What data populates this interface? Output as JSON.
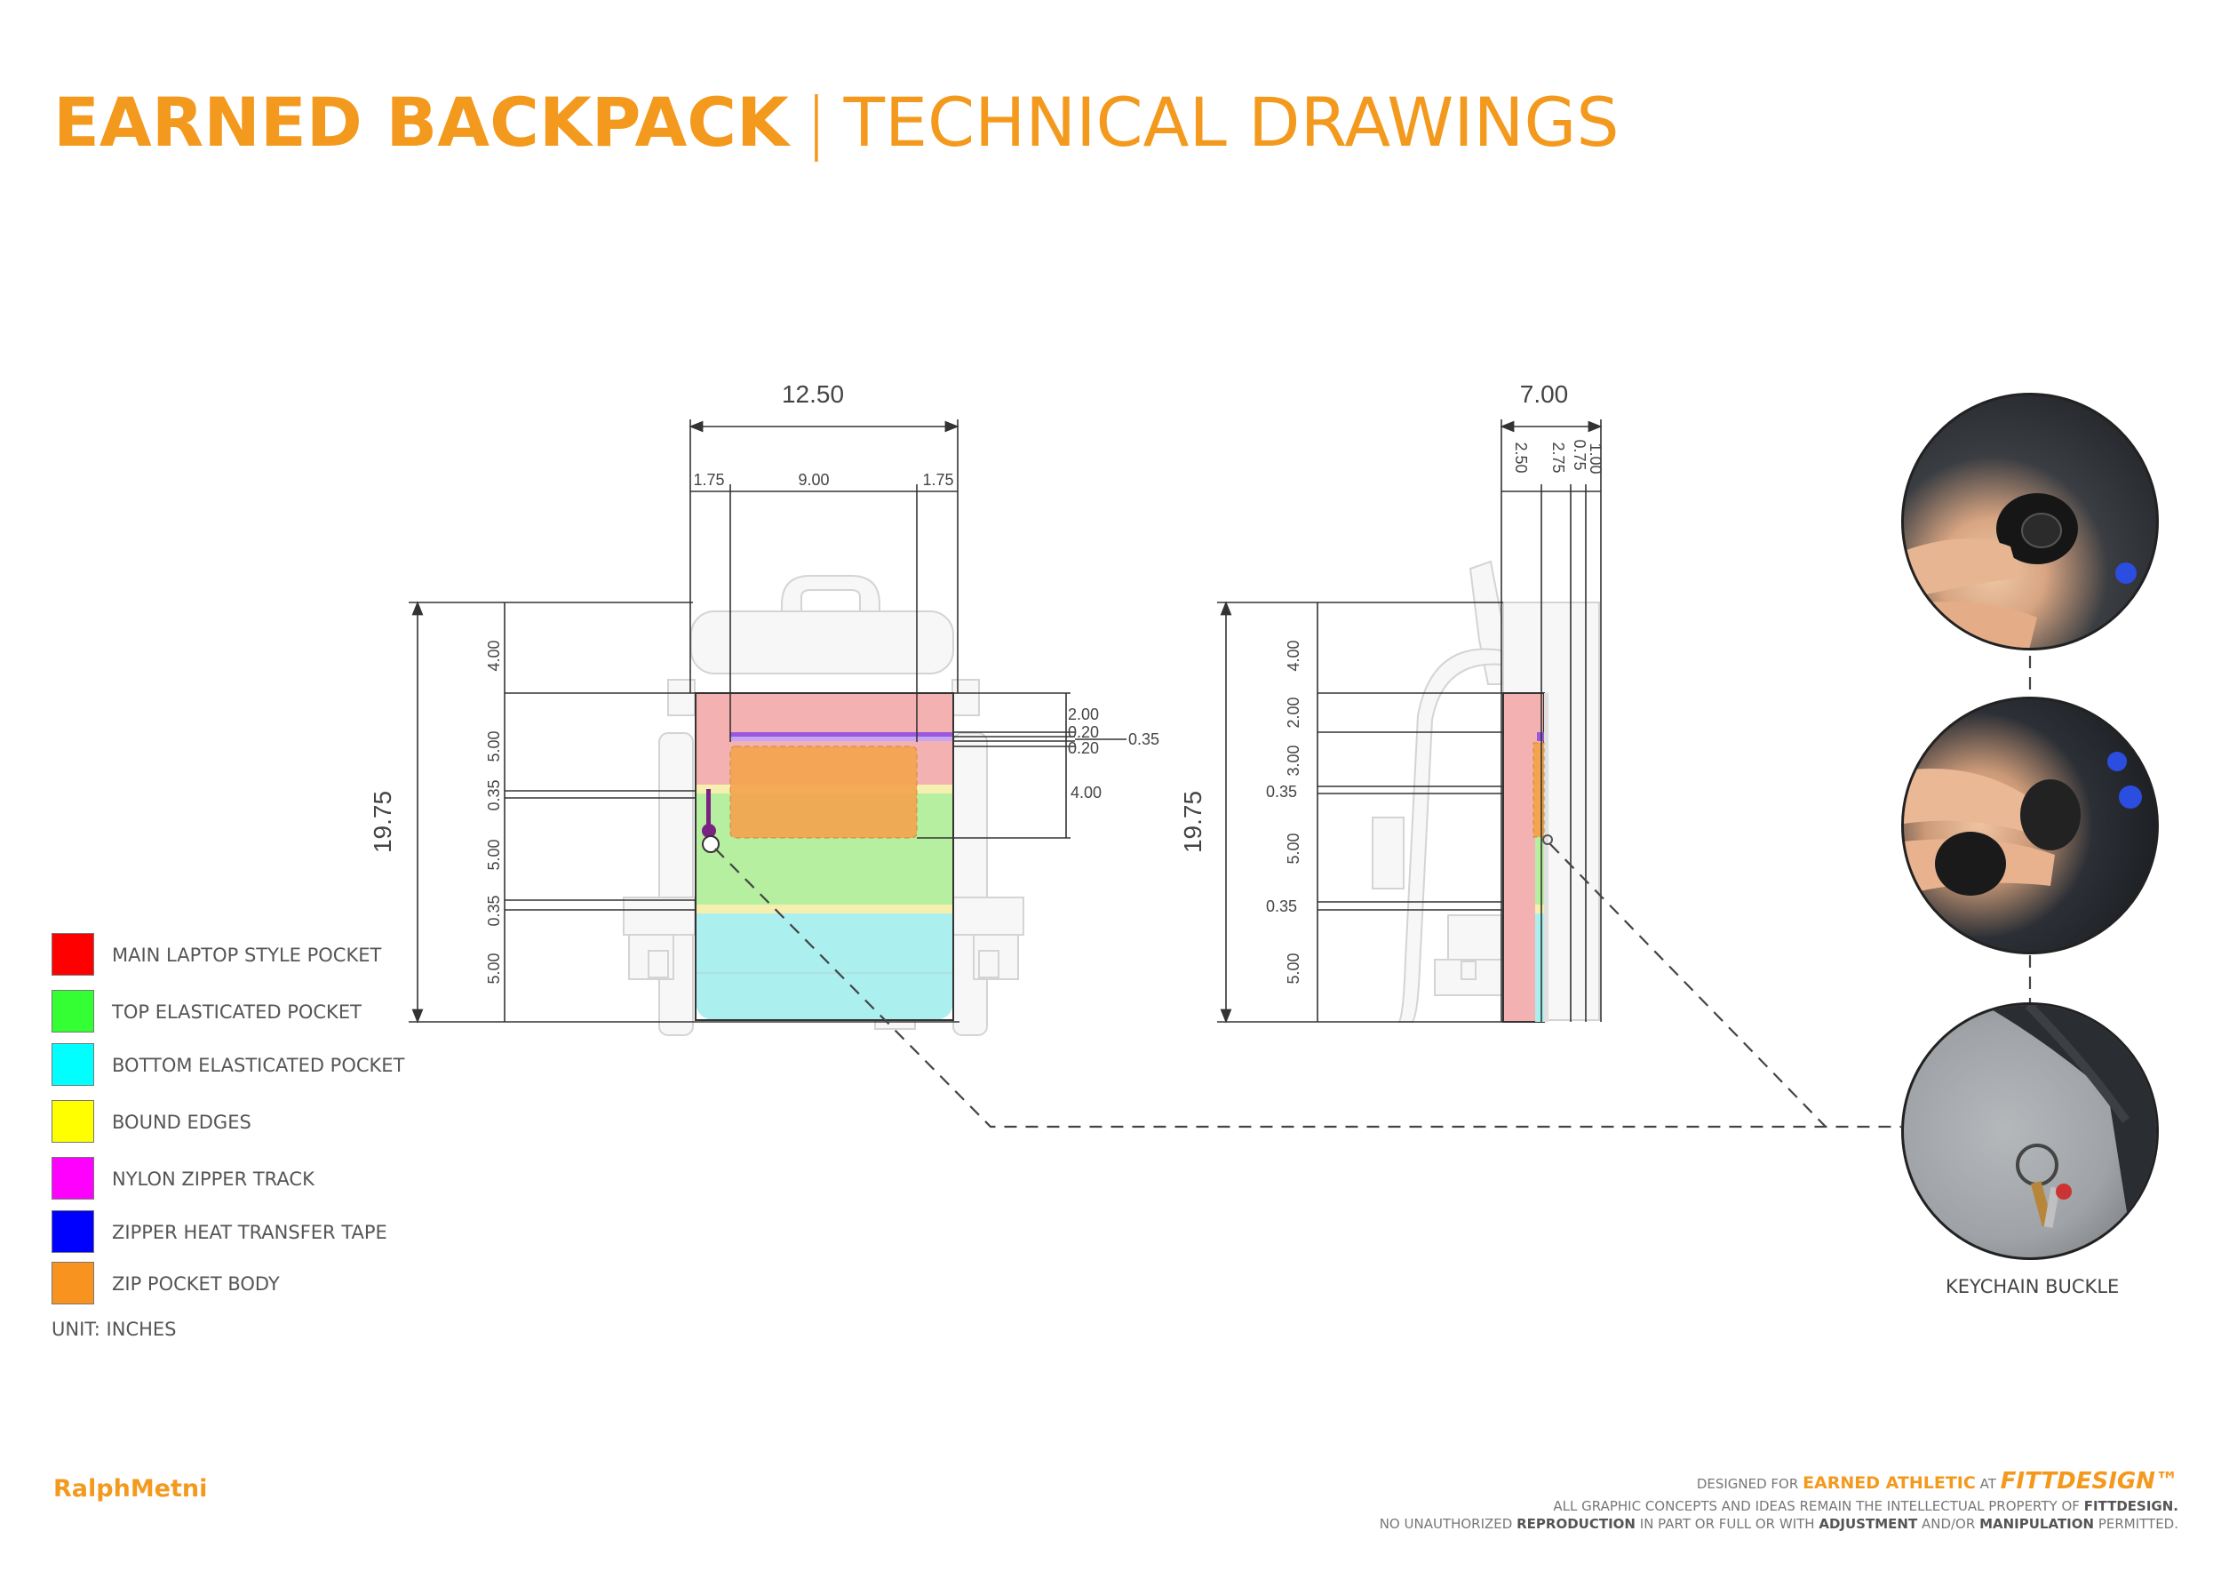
{
  "title": {
    "bold": "EARNED BACKPACK",
    "separator": "|",
    "light": "TECHNICAL DRAWINGS"
  },
  "front_view": {
    "overall_width": "12.50",
    "top_dims": [
      "1.75",
      "9.00",
      "1.75"
    ],
    "overall_height": "19.75",
    "left_dims": [
      "4.00",
      "5.00",
      "0.35",
      "5.00",
      "0.35",
      "5.00"
    ],
    "right_dims": [
      "2.00",
      "0.20",
      "0.20",
      "0.35",
      "4.00"
    ]
  },
  "side_view": {
    "overall_depth": "7.00",
    "top_dims": [
      "2.50",
      "2.75",
      "0.75",
      "1.00"
    ],
    "overall_height": "19.75",
    "left_dims": [
      "4.00",
      "2.00",
      "3.00",
      "0.35",
      "5.00",
      "0.35",
      "5.00"
    ]
  },
  "legend": [
    {
      "label": "MAIN LAPTOP STYLE POCKET",
      "color": "#ff0000"
    },
    {
      "label": "TOP ELASTICATED POCKET",
      "color": "#33ff33"
    },
    {
      "label": "BOTTOM ELASTICATED POCKET",
      "color": "#00ffff"
    },
    {
      "label": "BOUND EDGES",
      "color": "#ffff00"
    },
    {
      "label": "NYLON ZIPPER TRACK",
      "color": "#ff00ff"
    },
    {
      "label": "ZIPPER HEAT TRANSFER TAPE",
      "color": "#0000ff"
    },
    {
      "label": "ZIP POCKET BODY",
      "color": "#f7931e"
    }
  ],
  "unit": "UNIT: INCHES",
  "keychain_caption": "KEYCHAIN BUCKLE",
  "author": "RalphMetni",
  "footer": {
    "line1_pre": "DESIGNED FOR",
    "line1_client": "EARNED ATHLETIC",
    "line1_at": "AT",
    "line1_brand": "FITTDESIGN",
    "line1_tm": "™",
    "line2_pre": "ALL GRAPHIC CONCEPTS AND IDEAS REMAIN THE INTELLECTUAL PROPERTY OF",
    "line2_brand": "FITTDESIGN.",
    "line3_a": "NO UNAUTHORIZED",
    "line3_b": "REPRODUCTION",
    "line3_c": "IN PART OR FULL OR WITH",
    "line3_d": "ADJUSTMENT",
    "line3_e": "AND/OR",
    "line3_f": "MANIPULATION",
    "line3_g": "PERMITTED."
  }
}
